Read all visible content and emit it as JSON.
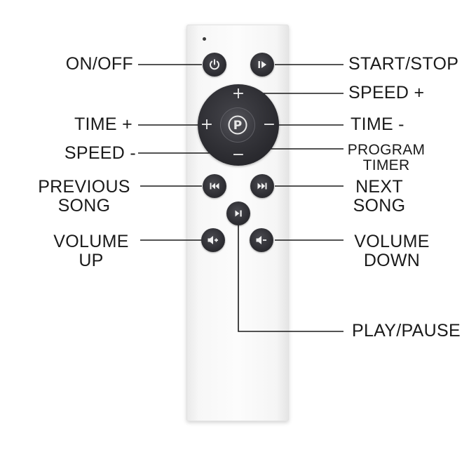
{
  "labels": {
    "on_off": "ON/OFF",
    "start_stop": "START/STOP",
    "speed_plus": "SPEED +",
    "time_plus": "TIME +",
    "time_minus": "TIME -",
    "speed_minus": "SPEED -",
    "program_timer": [
      "PROGRAM",
      "TIMER"
    ],
    "previous_song": [
      "PREVIOUS",
      "SONG"
    ],
    "next_song": [
      "NEXT",
      "SONG"
    ],
    "volume_up": [
      "VOLUME",
      "UP"
    ],
    "volume_down": [
      "VOLUME",
      "DOWN"
    ],
    "play_pause": "PLAY/PAUSE"
  },
  "remote": {
    "dpad": {
      "up": "+",
      "down": "−",
      "left": "+",
      "right": "−",
      "center_glyph": "P"
    },
    "icons": {
      "power": "power-icon",
      "start_stop": "play-stop-icon",
      "previous": "skip-back-icon",
      "next": "skip-forward-icon",
      "play_pause": "play-pause-icon",
      "volume_up": "volume-up-icon",
      "volume_down": "volume-down-icon",
      "program": "program-timer-icon"
    }
  },
  "colors": {
    "button": "#2e2e33",
    "remote_body": "#f8f8f8",
    "line": "#1a1a1a",
    "text": "#1a1a1a"
  }
}
